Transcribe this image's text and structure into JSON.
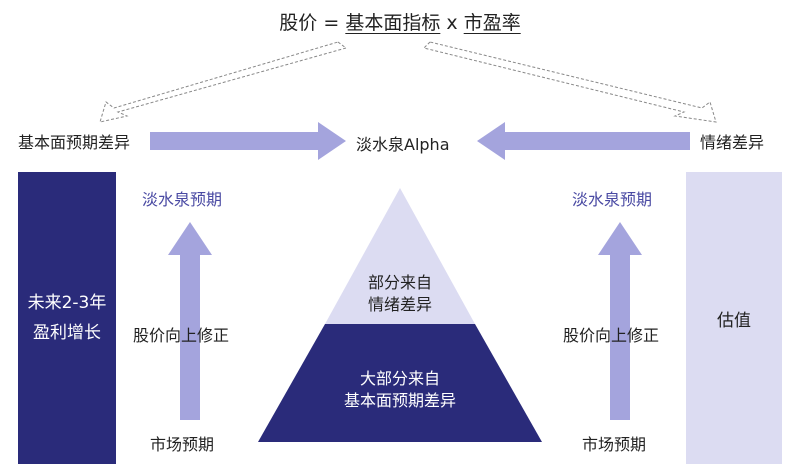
{
  "formula": {
    "lhs": "股价",
    "equals": "=",
    "term1": "基本面指标",
    "times": "x",
    "term2": "市盈率"
  },
  "top_row": {
    "left": "基本面预期差异",
    "center": "淡水泉Alpha",
    "right": "情绪差异"
  },
  "left_panel": {
    "box_line1": "未来2-3年",
    "box_line2": "盈利增长",
    "top_label": "淡水泉预期",
    "mid_label": "股价向上修正",
    "bottom_label": "市场预期"
  },
  "right_panel": {
    "box_label": "估值",
    "top_label": "淡水泉预期",
    "mid_label": "股价向上修正",
    "bottom_label": "市场预期"
  },
  "pyramid": {
    "top_line1": "部分来自",
    "top_line2": "情绪差异",
    "bottom_line1": "大部分来自",
    "bottom_line2": "基本面预期差异"
  },
  "colors": {
    "dark_navy": "#2a2b7a",
    "lavender": "#dcdcf2",
    "arrow": "#a4a4dd",
    "label_blue": "#4a4aa3"
  }
}
